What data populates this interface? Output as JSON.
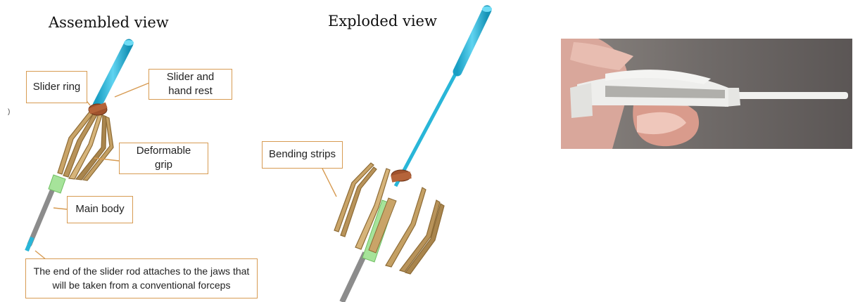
{
  "headings": {
    "assembled": "Assembled view",
    "exploded": "Exploded view"
  },
  "callouts": {
    "slider_ring": "Slider ring",
    "slider_hand_rest": "Slider and hand rest",
    "deformable_grip": "Deformable grip",
    "main_body": "Main body",
    "bending_strips": "Bending strips",
    "slider_rod_note": "The end of the slider rod attaches to the jaws that will be  taken from a conventional forceps"
  },
  "stray_mark": ")",
  "colors": {
    "slider_rod": "#29b6d8",
    "slider_ring": "#a0522d",
    "grip_strips": "#b8935a",
    "main_body_sleeve": "#a6e39a",
    "main_body_rod": "#8c8c8c",
    "callout_border": "#d79b52",
    "leader_line": "#d79b52"
  }
}
